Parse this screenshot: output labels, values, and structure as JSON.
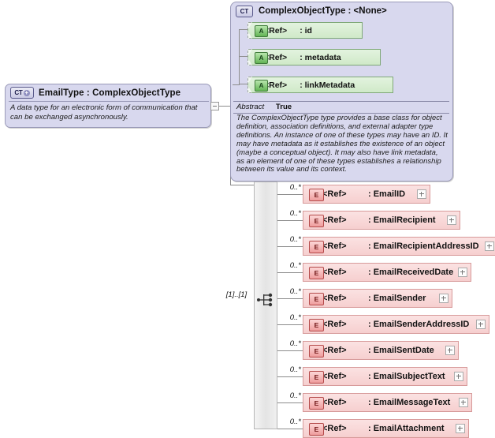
{
  "diagram": {
    "kind": "xsd-schema-diagram",
    "colors": {
      "type_box_fill": "#d8d8ee",
      "type_box_border": "#9a9ab8",
      "attribute_fill": "#cfe9c8",
      "attribute_border": "#7fa878",
      "element_fill": "#f6cfcf",
      "element_border": "#d79a9a",
      "group_bar_fill": "#e9e9e9"
    }
  },
  "left_type": {
    "badge": "CT",
    "badge_expand": "+",
    "badge_icon_name": "complex-type-expand-icon",
    "title": "EmailType : ComplexObjectType",
    "documentation": "A data type for an electronic form of communication that can be exchanged asynchronously."
  },
  "expander": {
    "state": "minus",
    "icon_name": "collapse-minus-icon"
  },
  "base_type": {
    "badge": "CT",
    "title": "ComplexObjectType : <None>",
    "abstract_label": "Abstract",
    "abstract_value": "True",
    "documentation": "The ComplexObjectType type provides a base class for object definition, association definitions, and external adapter type definitions. An instance of one of these types may have an ID. It may have metadata as it establishes the existence of an object (maybe a conceptual object). It may also have link metadata, as an element of one of these types establishes a relationship between its value and its context.",
    "attributes": [
      {
        "badge": "A",
        "ref": "<Ref>",
        "name": ": id"
      },
      {
        "badge": "A",
        "ref": "<Ref>",
        "name": ": metadata"
      },
      {
        "badge": "A",
        "ref": "<Ref>",
        "name": ": linkMetadata"
      }
    ]
  },
  "model_group": {
    "compositor": "sequence",
    "icon_name": "sequence-compositor-icon",
    "multiplicity": "[1]..[1]"
  },
  "elements": [
    {
      "badge": "E",
      "ref": "<Ref>",
      "name": ": EmailID",
      "multiplicity": "0..*",
      "expand": "+"
    },
    {
      "badge": "E",
      "ref": "<Ref>",
      "name": ": EmailRecipient",
      "multiplicity": "0..*",
      "expand": "+"
    },
    {
      "badge": "E",
      "ref": "<Ref>",
      "name": ": EmailRecipientAddressID",
      "multiplicity": "0..*",
      "expand": "+"
    },
    {
      "badge": "E",
      "ref": "<Ref>",
      "name": ": EmailReceivedDate",
      "multiplicity": "0..*",
      "expand": "+"
    },
    {
      "badge": "E",
      "ref": "<Ref>",
      "name": ": EmailSender",
      "multiplicity": "0..*",
      "expand": "+"
    },
    {
      "badge": "E",
      "ref": "<Ref>",
      "name": ": EmailSenderAddressID",
      "multiplicity": "0..*",
      "expand": "+"
    },
    {
      "badge": "E",
      "ref": "<Ref>",
      "name": ": EmailSentDate",
      "multiplicity": "0..*",
      "expand": "+"
    },
    {
      "badge": "E",
      "ref": "<Ref>",
      "name": ": EmailSubjectText",
      "multiplicity": "0..*",
      "expand": "+"
    },
    {
      "badge": "E",
      "ref": "<Ref>",
      "name": ": EmailMessageText",
      "multiplicity": "0..*",
      "expand": "+"
    },
    {
      "badge": "E",
      "ref": "<Ref>",
      "name": ": EmailAttachment",
      "multiplicity": "0..*",
      "expand": "+"
    }
  ]
}
